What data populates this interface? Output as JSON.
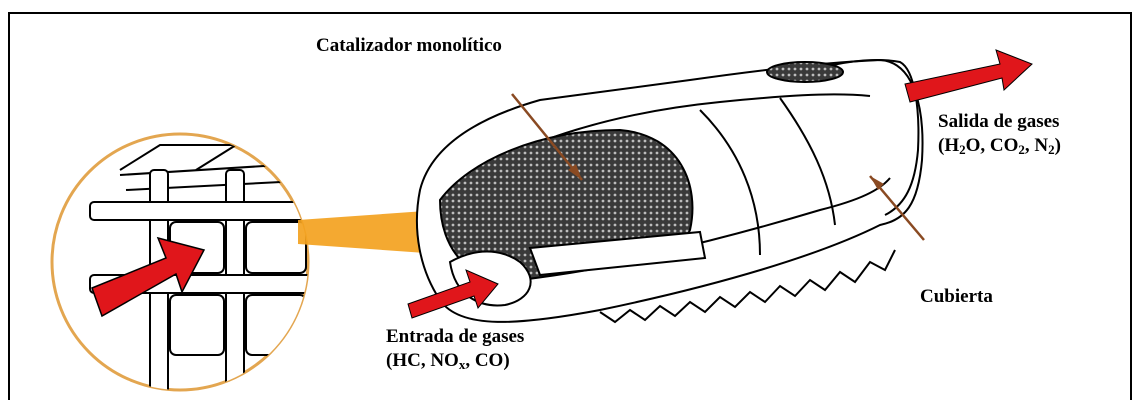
{
  "labels": {
    "catalyst": "Catalizador monolítico",
    "outlet_title": "Salida de gases",
    "outlet_species": [
      "H",
      "2",
      "O, CO",
      "2",
      ", N",
      "2"
    ],
    "housing": "Cubierta",
    "inlet_title": "Entrada de gases",
    "inlet_species": [
      "HC, NO",
      "x",
      ", CO"
    ]
  },
  "colors": {
    "flow_arrow": "#e0161b",
    "zoom_arrow": "#f3a21f",
    "zoom_circle": "#e3a650",
    "pointer": "#8a4a22",
    "line": "#000000"
  },
  "icons": {
    "honeycomb": "monolith-cell-icon",
    "converter": "catalytic-converter-cutaway-icon"
  }
}
